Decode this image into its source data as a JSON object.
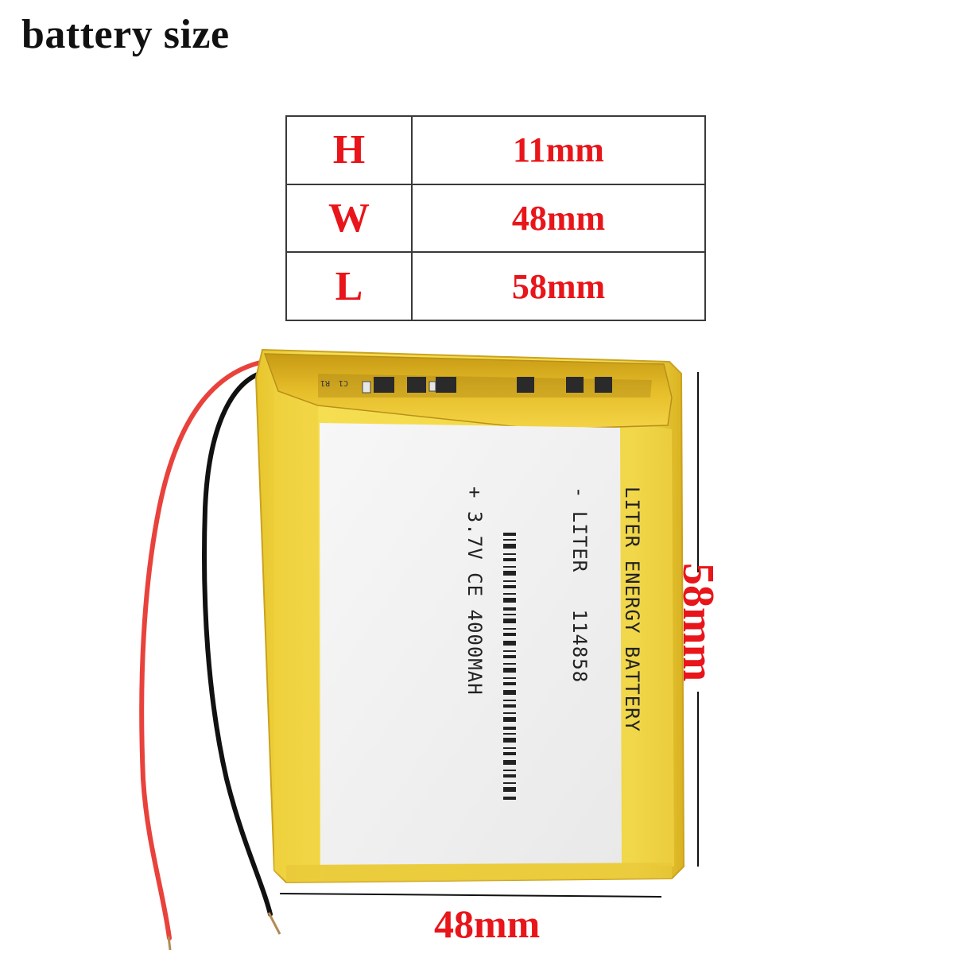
{
  "heading": "battery size",
  "dimensions": [
    {
      "letter": "H",
      "value": "11mm"
    },
    {
      "letter": "W",
      "value": "48mm"
    },
    {
      "letter": "L",
      "value": "58mm"
    }
  ],
  "photo_labels": {
    "length": "58mm",
    "width": "48mm"
  },
  "battery_label": {
    "line1": "LITER ENERGY BATTERY",
    "line2": "- LITER   114858",
    "line4": "+ 3.7V CE 4000MAH"
  },
  "pcb_marks": {
    "c1": "C1",
    "r1": "R1"
  },
  "colors": {
    "accent": "#e8151a",
    "wrap": "#f2d84a",
    "cell_face": "#f1f1f1"
  }
}
